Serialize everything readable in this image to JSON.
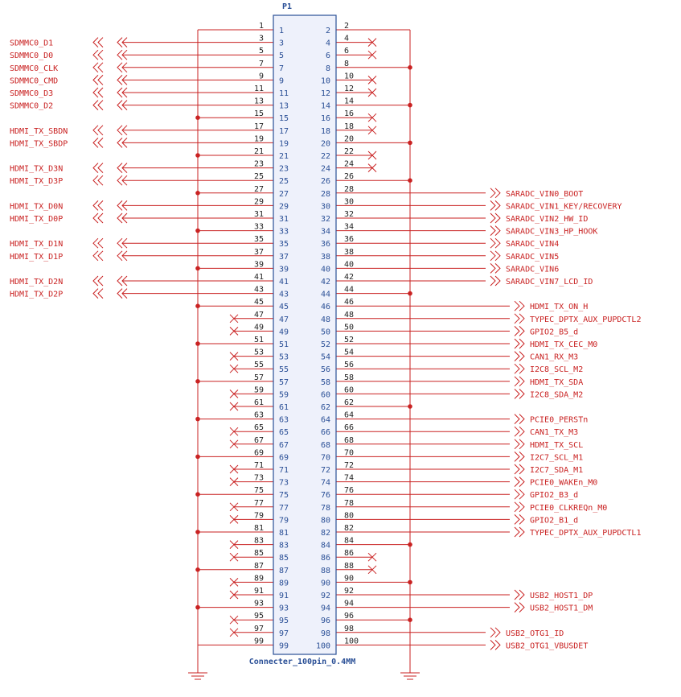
{
  "title": "P1",
  "part": "Connecter_100pin_0.4MM",
  "colors": {
    "red": "#c92222",
    "blue": "#2a4f96",
    "body_fill": "#eef1fb"
  },
  "left_labels": {
    "3": "SDMMC0_D1",
    "5": "SDMMC0_D0",
    "7": "SDMMC0_CLK",
    "9": "SDMMC0_CMD",
    "11": "SDMMC0_D3",
    "13": "SDMMC0_D2",
    "17": "HDMI_TX_SBDN",
    "19": "HDMI_TX_SBDP",
    "23": "HDMI_TX_D3N",
    "25": "HDMI_TX_D3P",
    "29": "HDMI_TX_D0N",
    "31": "HDMI_TX_D0P",
    "35": "HDMI_TX_D1N",
    "37": "HDMI_TX_D1P",
    "41": "HDMI_TX_D2N",
    "43": "HDMI_TX_D2P"
  },
  "right_labels": {
    "28": "SARADC_VIN0_BOOT",
    "30": "SARADC_VIN1_KEY/RECOVERY",
    "32": "SARADC_VIN2_HW_ID",
    "34": "SARADC_VIN3_HP_HOOK",
    "36": "SARADC_VIN4",
    "38": "SARADC_VIN5",
    "40": "SARADC_VIN6",
    "42": "SARADC_VIN7_LCD_ID",
    "46": "HDMI_TX_ON_H",
    "48": "TYPEC_DPTX_AUX_PUPDCTL2",
    "50": "GPIO2_B5_d",
    "52": "HDMI_TX_CEC_M0",
    "54": "CAN1_RX_M3",
    "56": "I2C8_SCL_M2",
    "58": "HDMI_TX_SDA",
    "60": "I2C8_SDA_M2",
    "64": "PCIE0_PERSTn",
    "66": "CAN1_TX_M3",
    "68": "HDMI_TX_SCL",
    "70": "I2C7_SCL_M1",
    "72": "I2C7_SDA_M1",
    "74": "PCIE0_WAKEn_M0",
    "76": "GPIO2_B3_d",
    "78": "PCIE0_CLKREQn_M0",
    "80": "GPIO2_B1_d",
    "82": "TYPEC_DPTX_AUX_PUPDCTL1",
    "92": "USB2_HOST1_DP",
    "94": "USB2_HOST1_DM",
    "98": "USB2_OTG1_ID",
    "100": "USB2_OTG1_VBUSDET"
  },
  "left_ground_pins": [
    1,
    15,
    21,
    27,
    33,
    39,
    45,
    51,
    57,
    63,
    69,
    75,
    81,
    87,
    93,
    99
  ],
  "right_ground_pins": [
    2,
    8,
    14,
    20,
    26,
    44,
    62,
    84,
    90,
    96
  ],
  "nc_pins": [
    4,
    6,
    10,
    12,
    16,
    18,
    22,
    24,
    47,
    49,
    53,
    55,
    59,
    61,
    65,
    67,
    71,
    73,
    77,
    79,
    83,
    85,
    86,
    88,
    89,
    91,
    95,
    97
  ]
}
